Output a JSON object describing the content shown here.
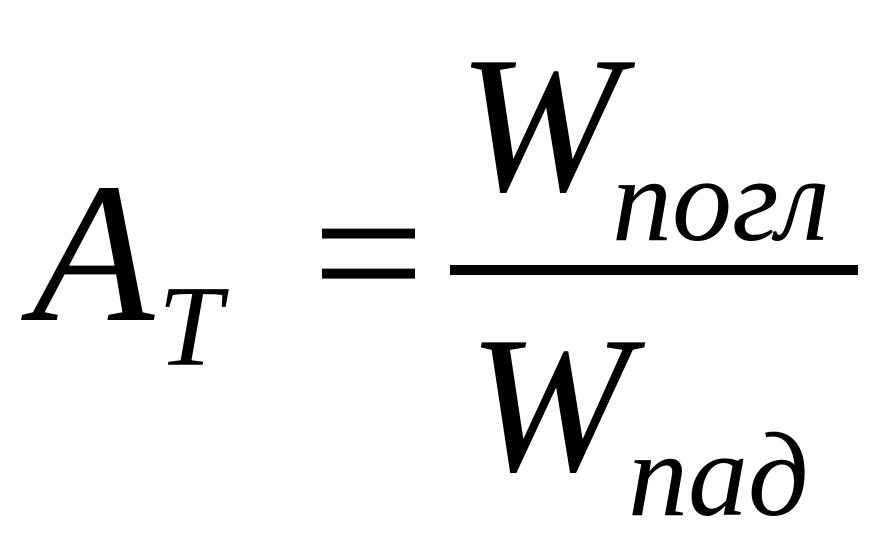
{
  "formula": {
    "lhs": {
      "symbol": "A",
      "subscript": "T"
    },
    "operator": "=",
    "numerator": {
      "symbol": "W",
      "subscript": "погл"
    },
    "denominator": {
      "symbol": "W",
      "subscript": "пад"
    }
  },
  "colors": {
    "text": "#000000",
    "background": "#ffffff"
  }
}
